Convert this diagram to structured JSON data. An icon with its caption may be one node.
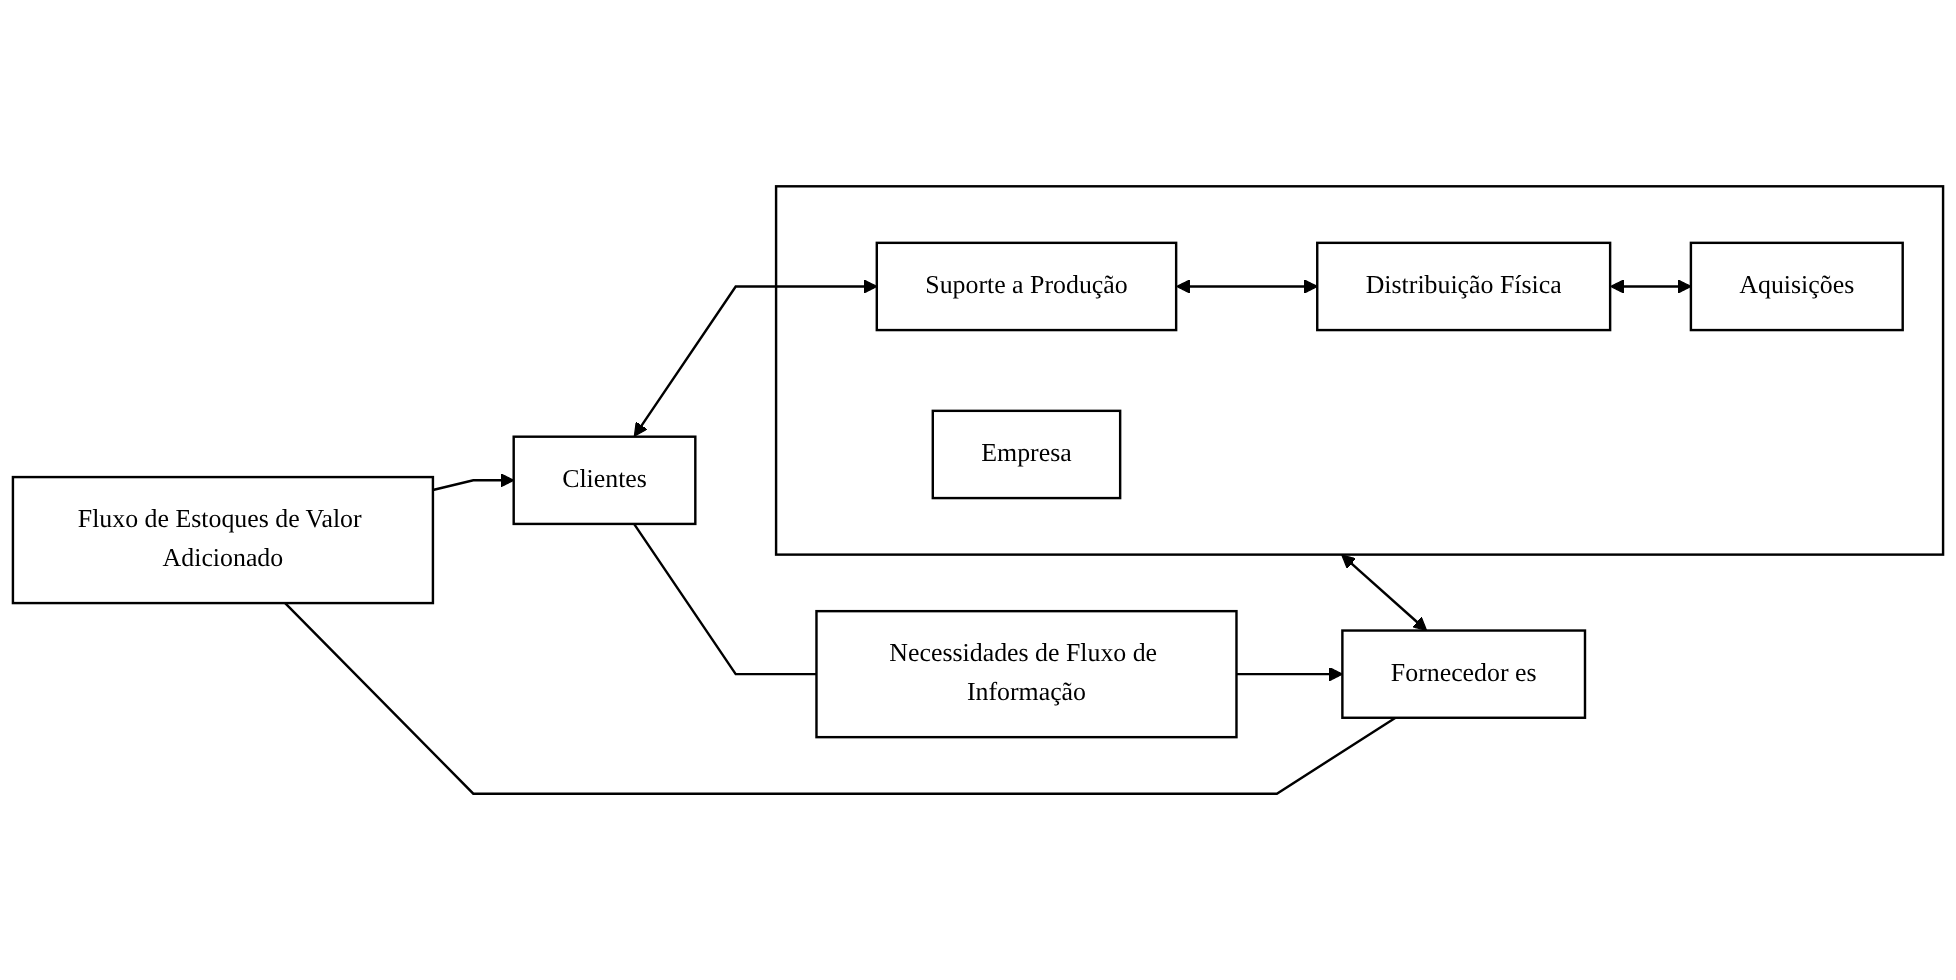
{
  "diagram": {
    "nodes": [
      {
        "text": [
          "Fluxo de Estoques de Valor Adicionado"
        ]
      },
      {
        "text": [],
        "shape": "box"
      },
      {
        "text": [
          "Empresa"
        ],
        "in": 1
      },
      {
        "text": [
          "Clientes"
        ]
      },
      {
        "text": [
          "Suporte a Produção"
        ],
        "in": 1
      },
      {
        "text": [
          "Distribuição Física"
        ],
        "in": 1
      },
      {
        "text": [
          "Aquisições"
        ],
        "in": 1
      },
      {
        "text": [
          "Fornecedor es"
        ]
      },
      {
        "text": [
          "Necessidades de Fluxo de Informação"
        ]
      }
    ],
    "edges": [
      {
        "from": 7,
        "to": 0,
        "arrow": "none"
      },
      {
        "from": 0,
        "to": 3,
        "arrow": "to"
      },
      {
        "from": 3,
        "to": 4,
        "arrow": "both"
      },
      {
        "from": 4,
        "to": 5,
        "arrow": "both"
      },
      {
        "from": 5,
        "to": 6,
        "arrow": "both"
      },
      {
        "from": 1,
        "to": 7,
        "arrow": "both"
      },
      {
        "from": 3,
        "to": 8,
        "arrow": "none"
      },
      {
        "from": 8,
        "to": 7,
        "arrow": "to"
      }
    ]
  }
}
